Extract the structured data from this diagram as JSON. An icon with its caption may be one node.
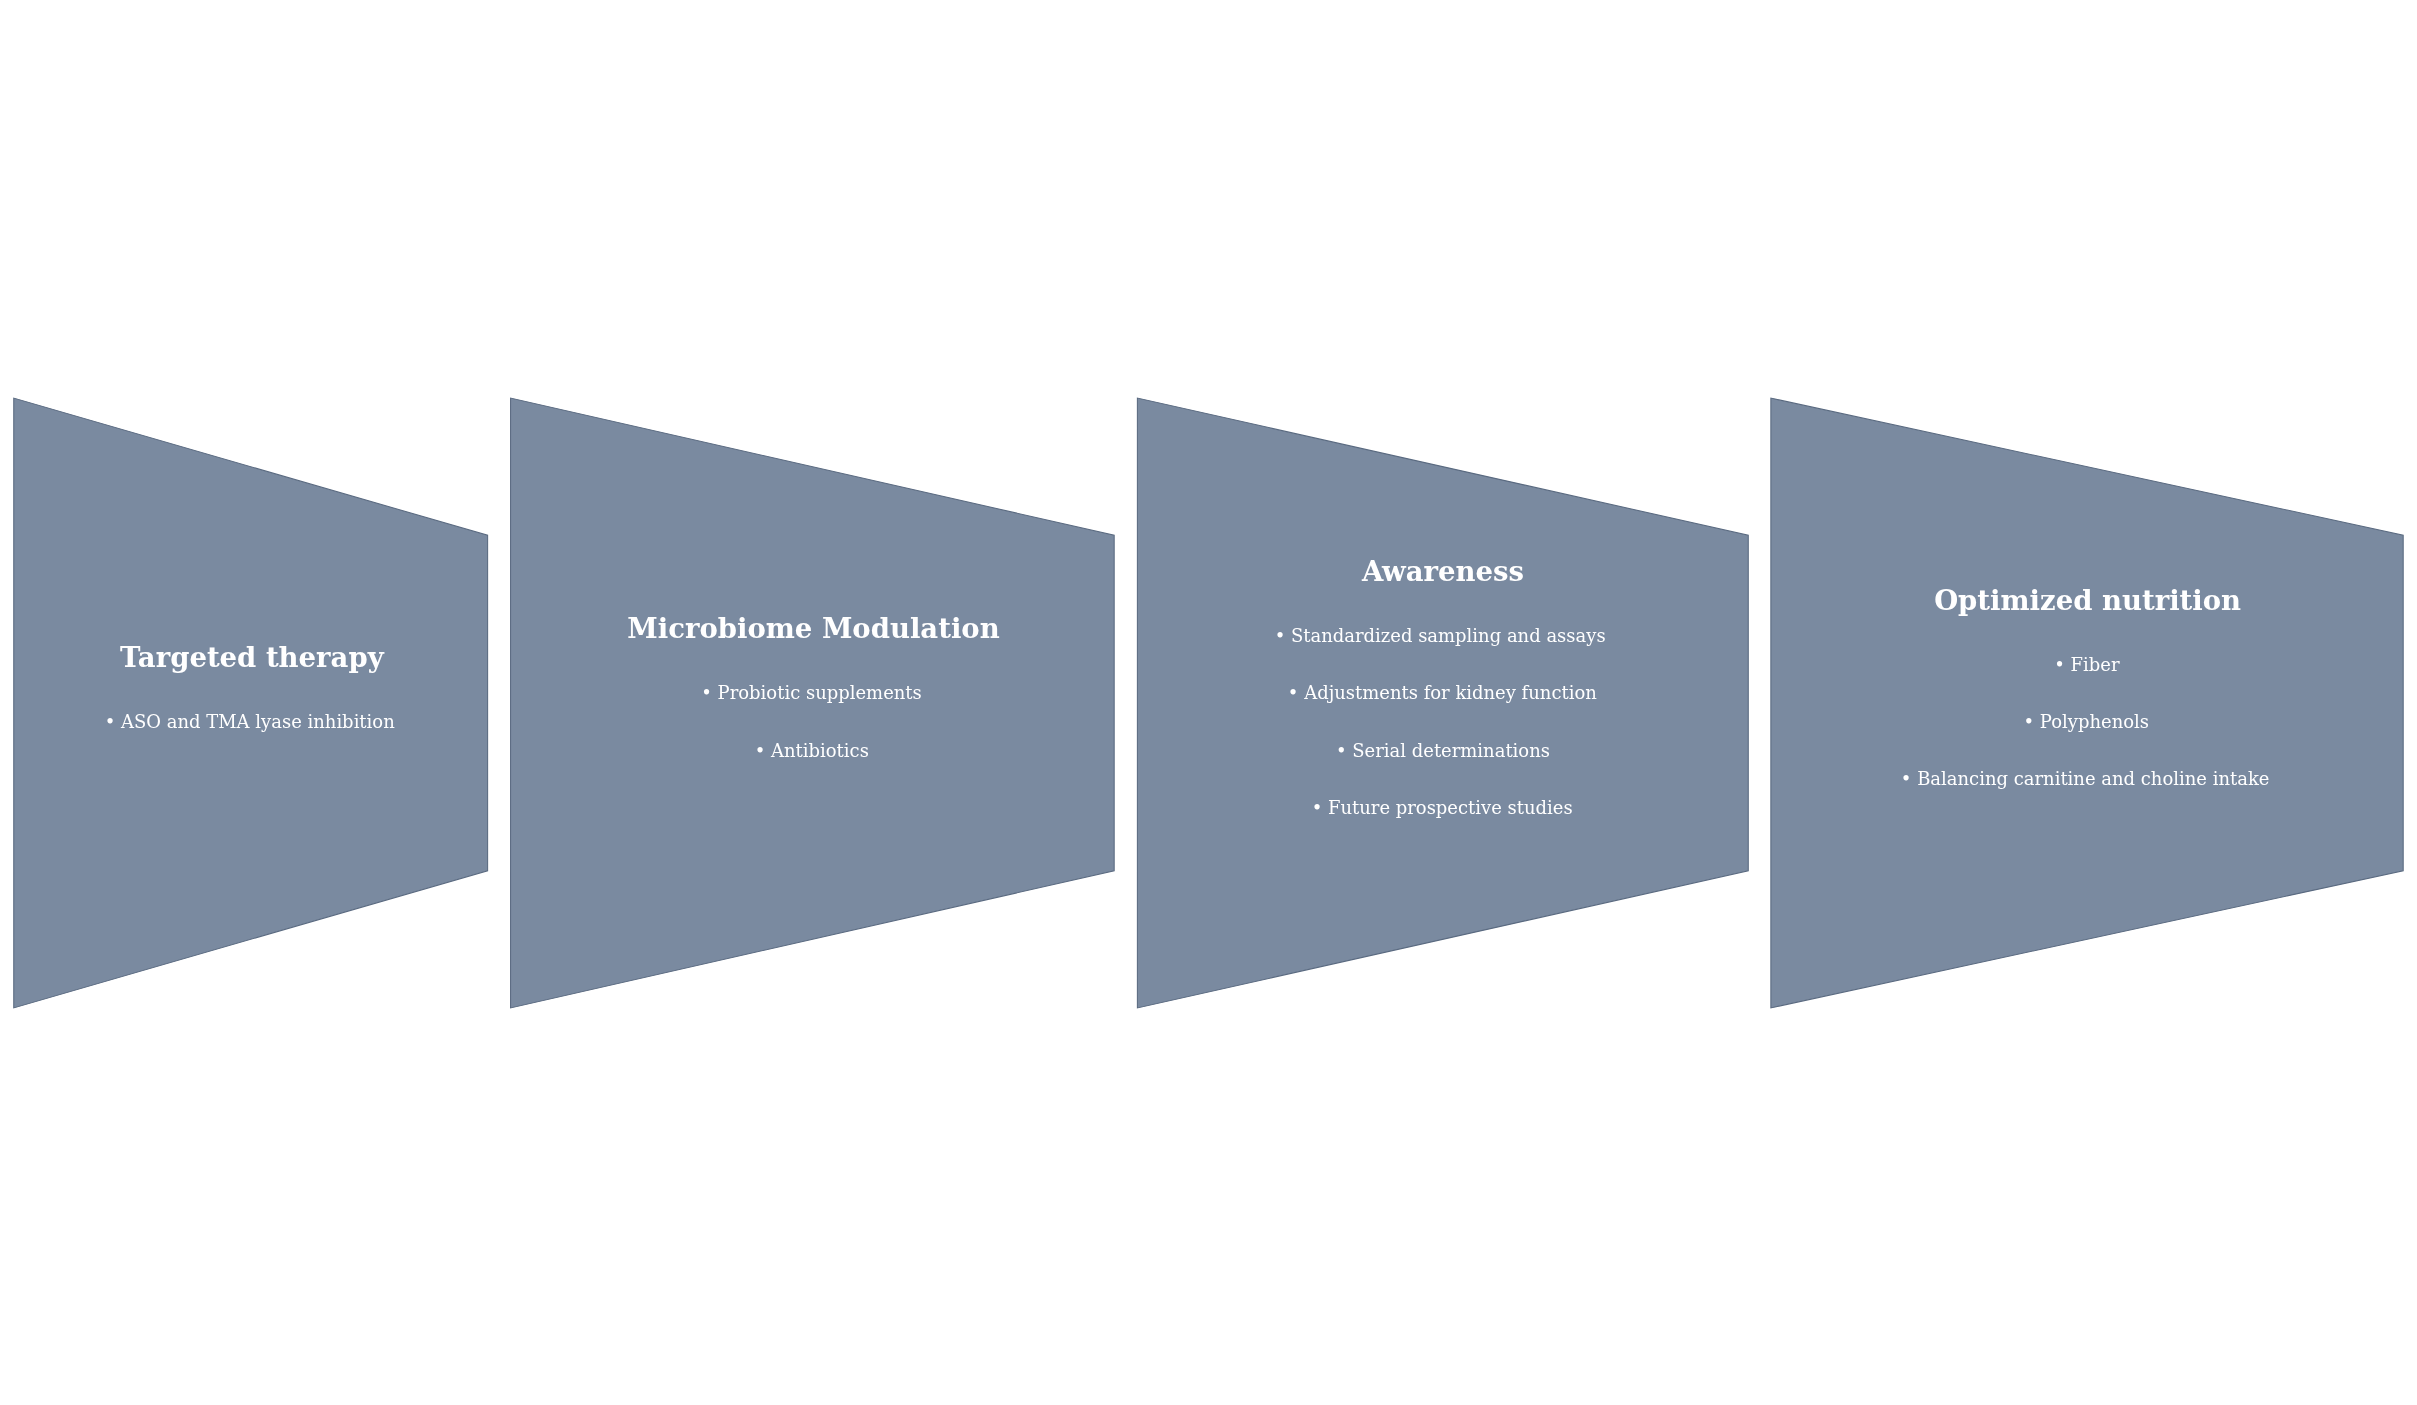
{
  "diagram": {
    "nodes": [
      {
        "text": [
          "Targeted therapy",
          "• ASO and TMA lyase inhibition"
        ]
      },
      {
        "text": [
          "Microbiome Modulation",
          "• Probiotic supplements",
          "• Antibiotics"
        ]
      },
      {
        "text": [
          "Awareness",
          "• Standardized sampling and assays",
          "• Adjustments for kidney function",
          "• Serial determinations",
          "• Future prospective studies"
        ]
      },
      {
        "text": [
          "Optimized nutrition",
          "• Fiber",
          "• Polyphenols",
          "• Balancing carnitine and choline intake"
        ]
      }
    ],
    "edges": []
  }
}
